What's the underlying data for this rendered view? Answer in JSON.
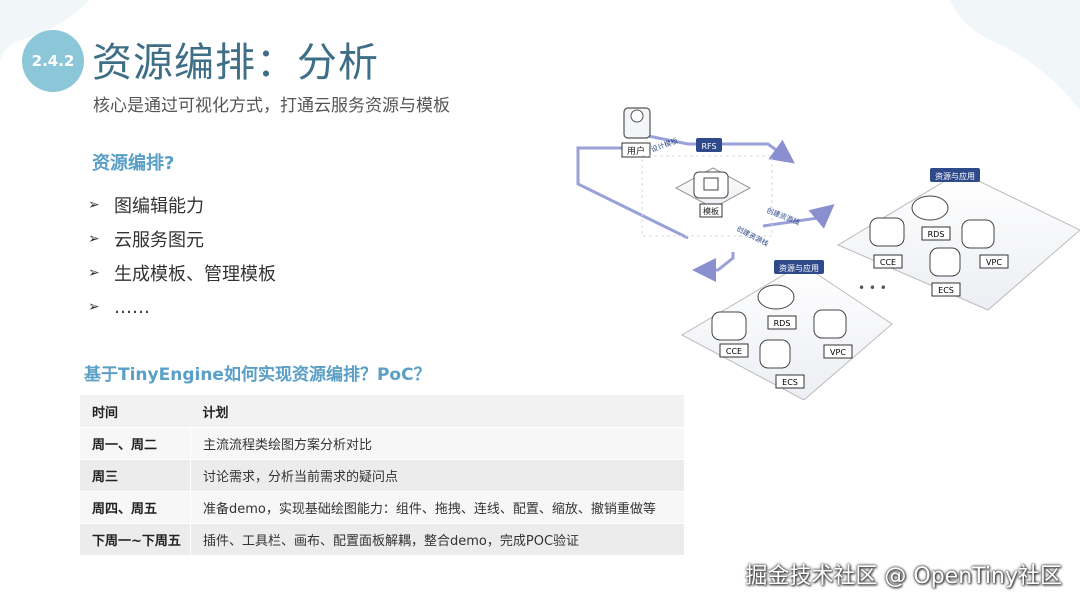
{
  "badge": "2.4.2",
  "title": "资源编排：分析",
  "subtitle": "核心是通过可视化方式，打通云服务资源与模板",
  "section": {
    "heading": "资源编排?",
    "bullets": [
      "图编辑能力",
      "云服务图元",
      "生成模板、管理模板",
      "……"
    ]
  },
  "question": "基于TinyEngine如何实现资源编排？PoC？",
  "table": {
    "headers": [
      "时间",
      "计划"
    ],
    "rows": [
      [
        "周一、周二",
        "主流流程类绘图方案分析对比"
      ],
      [
        "周三",
        "讨论需求，分析当前需求的疑问点"
      ],
      [
        "周四、周五",
        "准备demo，实现基础绘图能力：组件、拖拽、连线、配置、缩放、撤销重做等"
      ],
      [
        "下周一~下周五",
        "插件、工具栏、画布、配置面板解耦，整合demo，完成POC验证"
      ]
    ]
  },
  "diagram": {
    "user": "用户",
    "rfs": "RFS",
    "template": "模板",
    "design_template": "设计模板",
    "create_stack": "创建资源栈",
    "group_label": "资源与应用",
    "nodes": [
      "CCE",
      "RDS",
      "ECS",
      "VPC"
    ],
    "accent": "#2f4a8a"
  },
  "watermark": "掘金技术社区 @ OpenTiny社区"
}
